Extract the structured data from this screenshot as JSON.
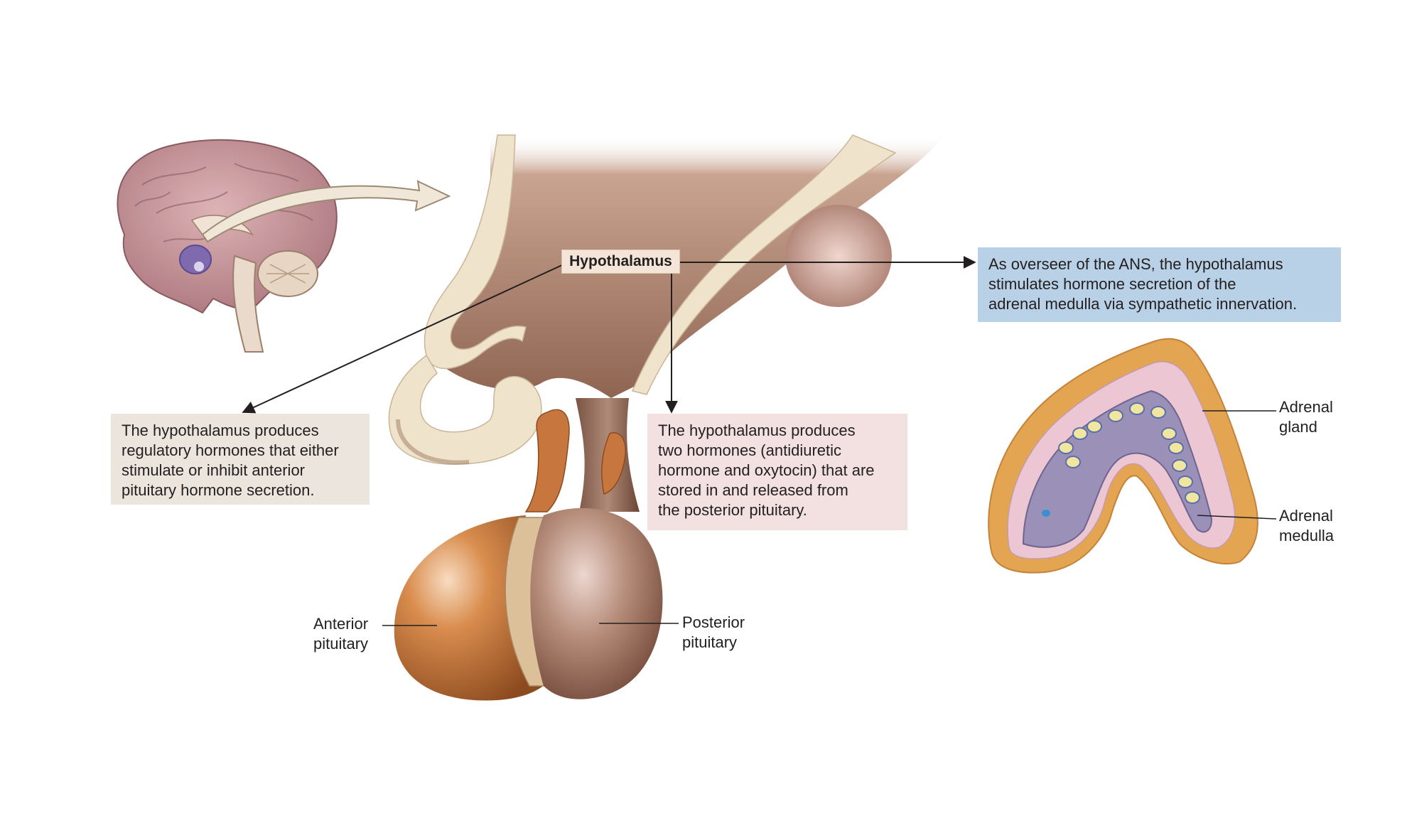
{
  "hypothalamus_label": "Hypothalamus",
  "callouts": {
    "anterior_regulation": "The hypothalamus produces\nregulatory hormones that either\nstimulate or inhibit anterior\npituitary hormone secretion.",
    "posterior_hormones": "The hypothalamus produces\ntwo hormones (antidiuretic\nhormone and oxytocin) that are\nstored in and released from\nthe posterior pituitary.",
    "ans_overseer": "As overseer of the ANS, the hypothalamus\nstimulates hormone secretion of the\nadrenal medulla via sympathetic innervation."
  },
  "labels": {
    "anterior_pituitary": "Anterior\npituitary",
    "posterior_pituitary": "Posterior\npituitary",
    "adrenal_gland": "Adrenal\ngland",
    "adrenal_medulla": "Adrenal\nmedulla"
  },
  "colors": {
    "box_left": "#ebe5dd",
    "box_mid": "#f3e1e2",
    "box_right": "#b9d1e6",
    "brain": "#c99aa0",
    "anterior_pituitary": "#c8773c",
    "posterior_pituitary": "#a07868",
    "adrenal_cortex": "#e0a14f",
    "adrenal_medulla": "#9a90b8"
  }
}
